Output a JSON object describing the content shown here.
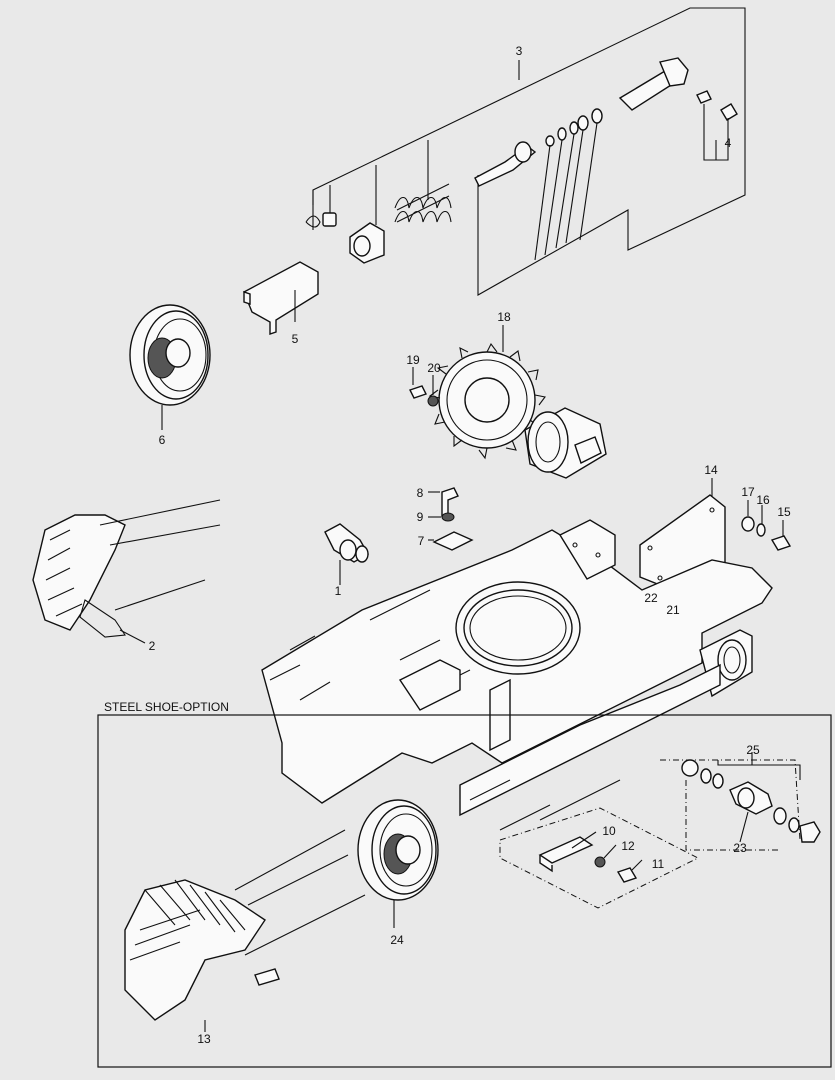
{
  "section_title": "STEEL SHOE-OPTION",
  "callouts": [
    {
      "id": "c1",
      "text": "1"
    },
    {
      "id": "c2",
      "text": "2"
    },
    {
      "id": "c3",
      "text": "3"
    },
    {
      "id": "c4",
      "text": "4"
    },
    {
      "id": "c5",
      "text": "5"
    },
    {
      "id": "c6",
      "text": "6"
    },
    {
      "id": "c7",
      "text": "7"
    },
    {
      "id": "c8",
      "text": "8"
    },
    {
      "id": "c9",
      "text": "9"
    },
    {
      "id": "c10",
      "text": "10"
    },
    {
      "id": "c11",
      "text": "11"
    },
    {
      "id": "c12",
      "text": "12"
    },
    {
      "id": "c13",
      "text": "13"
    },
    {
      "id": "c14",
      "text": "14"
    },
    {
      "id": "c15",
      "text": "15"
    },
    {
      "id": "c16",
      "text": "16"
    },
    {
      "id": "c17",
      "text": "17"
    },
    {
      "id": "c18",
      "text": "18"
    },
    {
      "id": "c19",
      "text": "19"
    },
    {
      "id": "c20",
      "text": "20"
    },
    {
      "id": "c21",
      "text": "21"
    },
    {
      "id": "c22",
      "text": "22"
    },
    {
      "id": "c23",
      "text": "23"
    },
    {
      "id": "c24",
      "text": "24"
    },
    {
      "id": "c25",
      "text": "25"
    }
  ]
}
